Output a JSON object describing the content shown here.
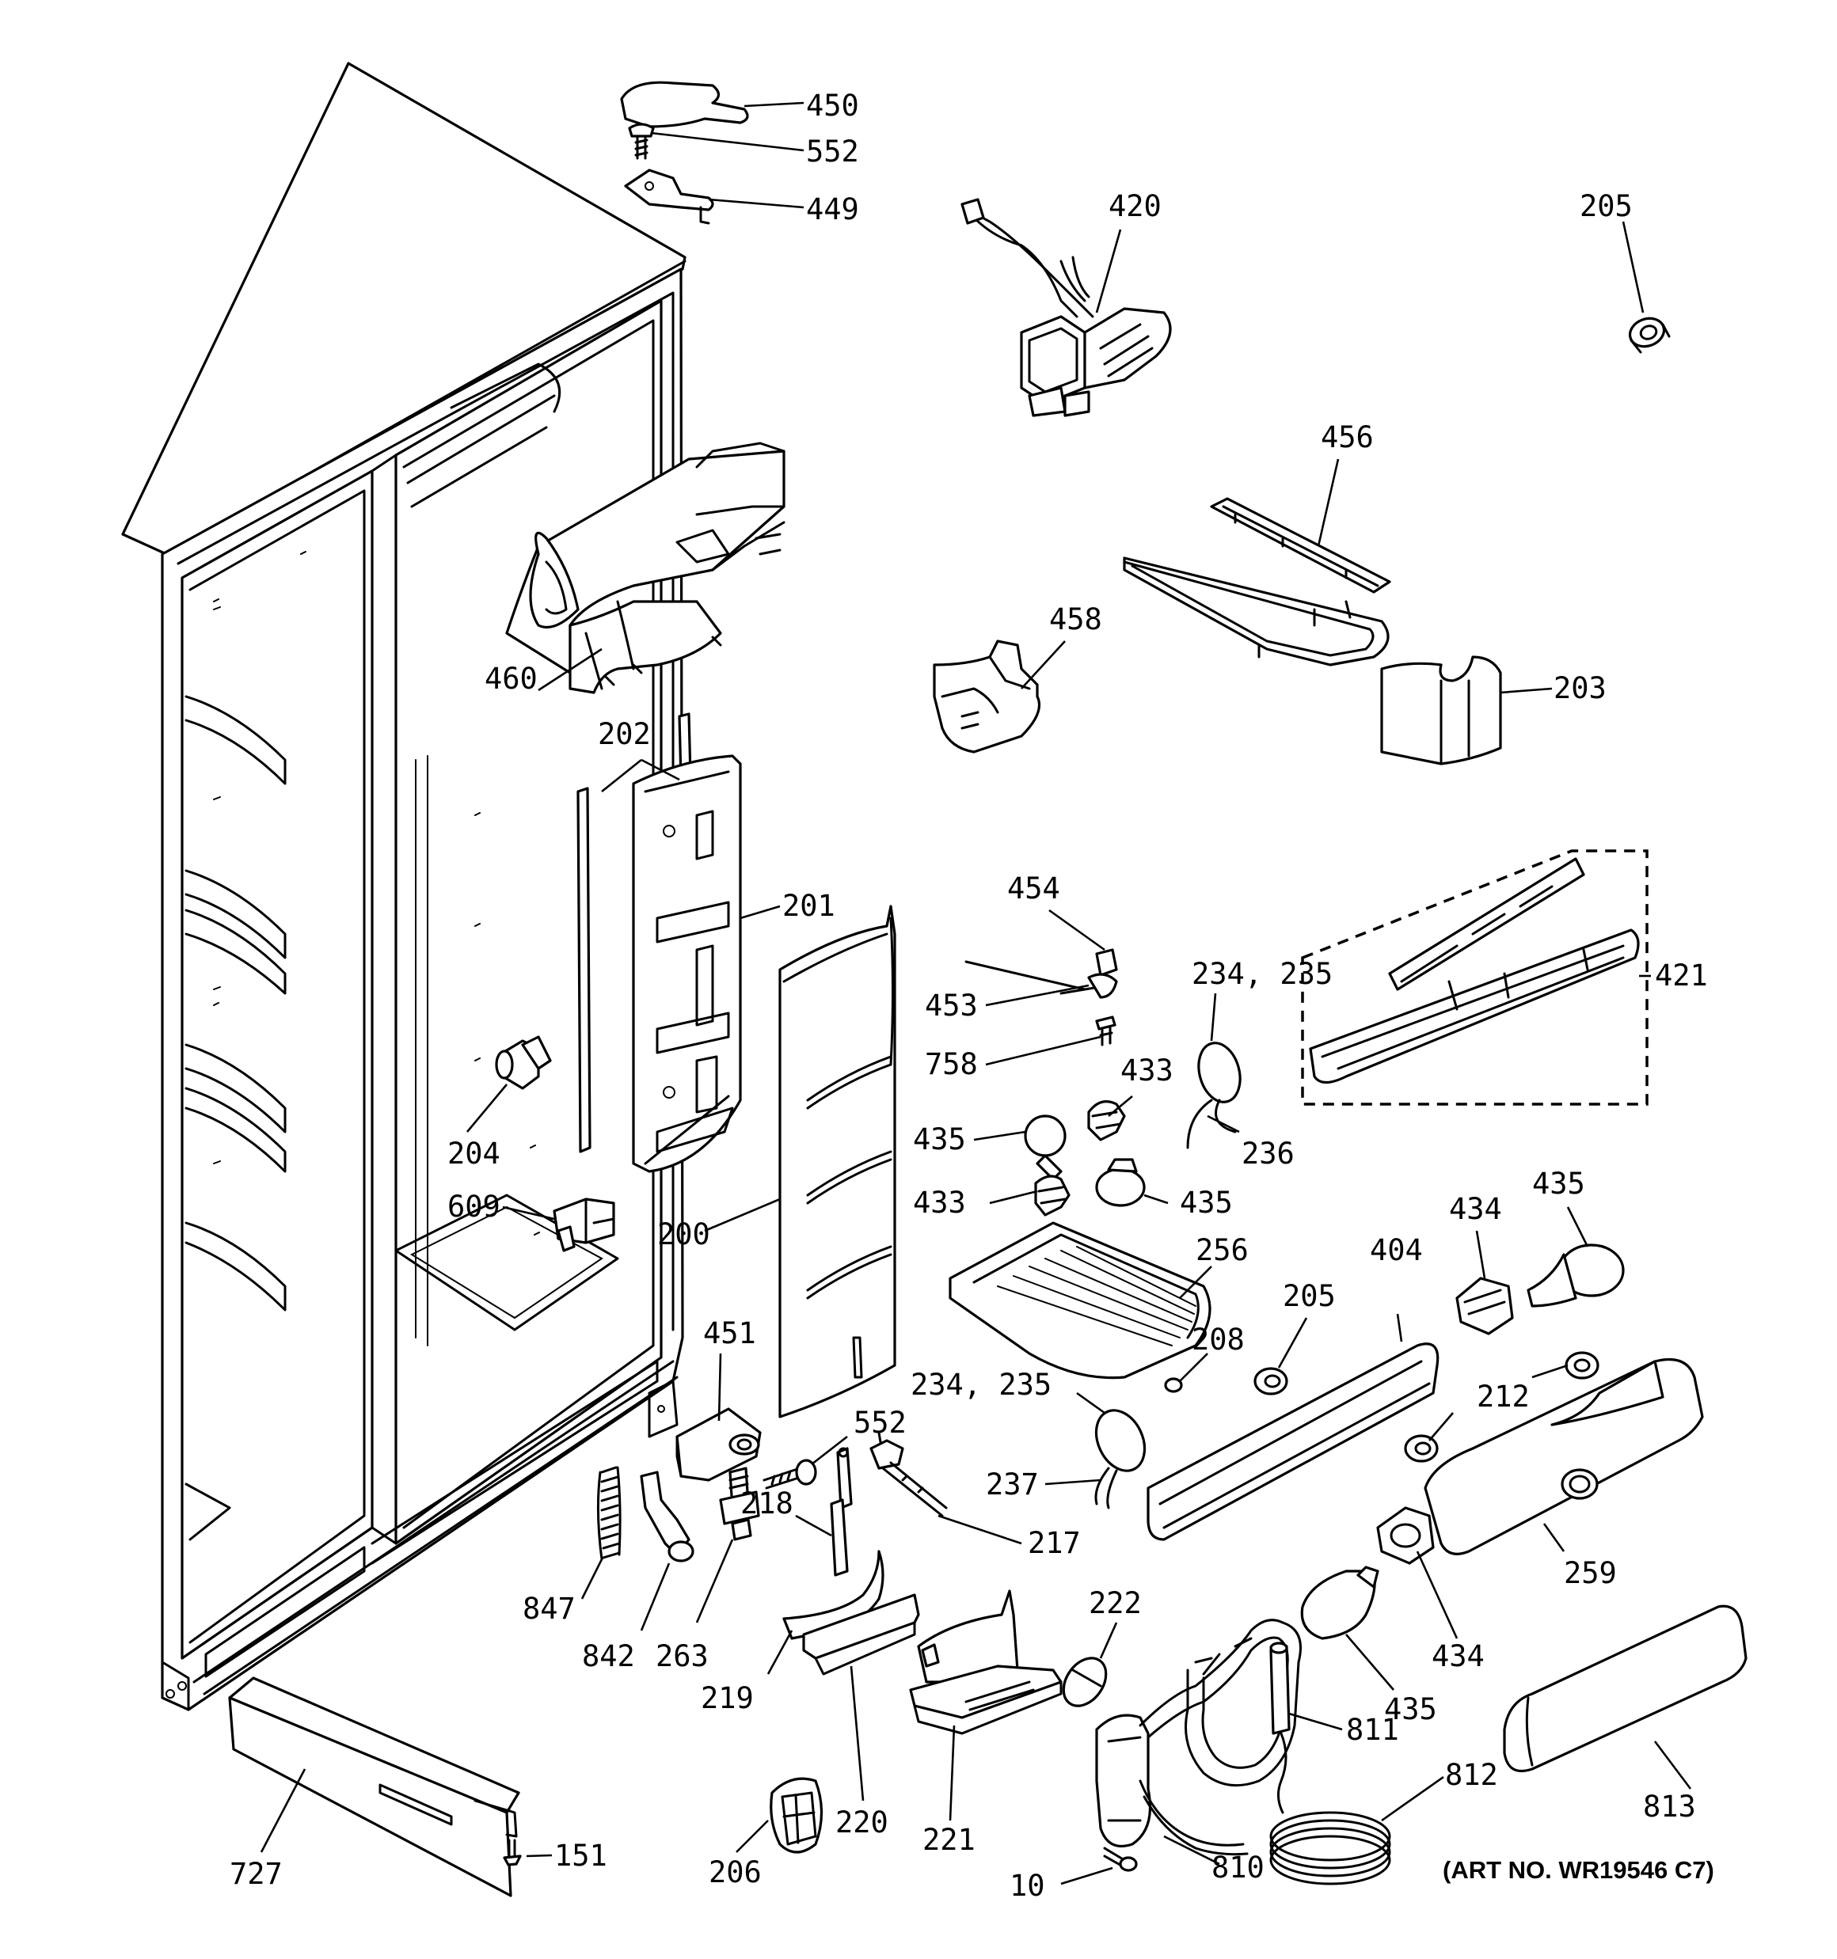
{
  "art_number": "(ART NO. WR19546 C7)",
  "callouts": [
    {
      "id": "c450",
      "text": "450"
    },
    {
      "id": "c552a",
      "text": "552"
    },
    {
      "id": "c449",
      "text": "449"
    },
    {
      "id": "c420",
      "text": "420"
    },
    {
      "id": "c205a",
      "text": "205"
    },
    {
      "id": "c456",
      "text": "456"
    },
    {
      "id": "c460",
      "text": "460"
    },
    {
      "id": "c458",
      "text": "458"
    },
    {
      "id": "c203",
      "text": "203"
    },
    {
      "id": "c202",
      "text": "202"
    },
    {
      "id": "c201",
      "text": "201"
    },
    {
      "id": "c454",
      "text": "454"
    },
    {
      "id": "c453",
      "text": "453"
    },
    {
      "id": "c234a",
      "text": "234, 235"
    },
    {
      "id": "c421",
      "text": "421"
    },
    {
      "id": "c758",
      "text": "758"
    },
    {
      "id": "c433a",
      "text": "433"
    },
    {
      "id": "c204",
      "text": "204"
    },
    {
      "id": "c435a",
      "text": "435"
    },
    {
      "id": "c236",
      "text": "236"
    },
    {
      "id": "c433b",
      "text": "433"
    },
    {
      "id": "c435b",
      "text": "435"
    },
    {
      "id": "c609",
      "text": "609"
    },
    {
      "id": "c200",
      "text": "200"
    },
    {
      "id": "c435c",
      "text": "435"
    },
    {
      "id": "c434a",
      "text": "434"
    },
    {
      "id": "c256",
      "text": "256"
    },
    {
      "id": "c205b",
      "text": "205"
    },
    {
      "id": "c404",
      "text": "404"
    },
    {
      "id": "c451",
      "text": "451"
    },
    {
      "id": "c208",
      "text": "208"
    },
    {
      "id": "c234b",
      "text": "234, 235"
    },
    {
      "id": "c552b",
      "text": "552"
    },
    {
      "id": "c212",
      "text": "212"
    },
    {
      "id": "c237",
      "text": "237"
    },
    {
      "id": "c217",
      "text": "217"
    },
    {
      "id": "c218",
      "text": "218"
    },
    {
      "id": "c259",
      "text": "259"
    },
    {
      "id": "c847",
      "text": "847"
    },
    {
      "id": "c222",
      "text": "222"
    },
    {
      "id": "c842",
      "text": "842"
    },
    {
      "id": "c263",
      "text": "263"
    },
    {
      "id": "c434b",
      "text": "434"
    },
    {
      "id": "c219",
      "text": "219"
    },
    {
      "id": "c435d",
      "text": "435"
    },
    {
      "id": "c811",
      "text": "811"
    },
    {
      "id": "c812",
      "text": "812"
    },
    {
      "id": "c813",
      "text": "813"
    },
    {
      "id": "c220",
      "text": "220"
    },
    {
      "id": "c221",
      "text": "221"
    },
    {
      "id": "c727",
      "text": "727"
    },
    {
      "id": "c151",
      "text": "151"
    },
    {
      "id": "c206",
      "text": "206"
    },
    {
      "id": "c810",
      "text": "810"
    },
    {
      "id": "c10",
      "text": "10"
    }
  ]
}
